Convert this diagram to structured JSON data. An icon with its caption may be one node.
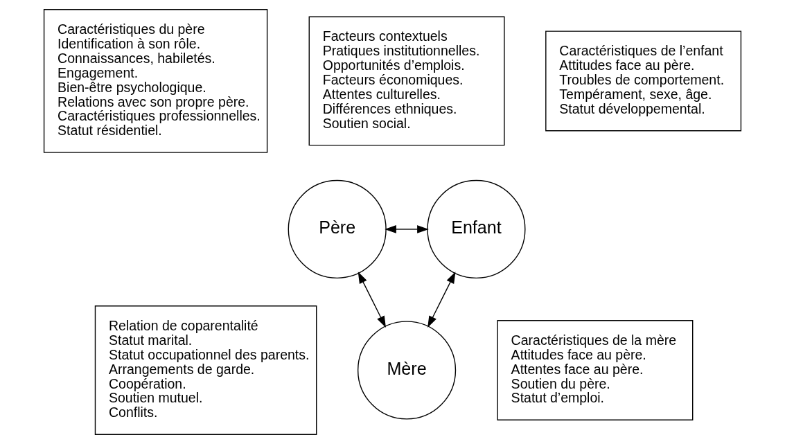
{
  "diagram": {
    "nodes": [
      {
        "text": [
          "Caractéristiques du père",
          "Identification à son rôle.",
          "Connaissances, habiletés.",
          "Engagement.",
          "Bien-être psychologique.",
          "Relations avec son propre père.",
          "Caractéristiques professionnelles.",
          "Statut résidentiel."
        ]
      },
      {
        "text": [
          "Facteurs contextuels",
          "Pratiques institutionnelles.",
          "Opportunités d’emplois.",
          "Facteurs économiques.",
          "Attentes culturelles.",
          "Différences ethniques.",
          "Soutien social."
        ]
      },
      {
        "text": [
          "Caractéristiques de l’enfant",
          "Attitudes face au père.",
          "Troubles de comportement.",
          "Tempérament, sexe, âge.",
          "Statut développemental."
        ]
      },
      {
        "text": [
          "Père"
        ]
      },
      {
        "text": [
          "Enfant"
        ]
      },
      {
        "text": [
          "Relation de coparentalité",
          "Statut marital.",
          "Statut occupationnel des parents.",
          "Arrangements de garde.",
          "Coopération.",
          "Soutien mutuel.",
          "Conflits."
        ]
      },
      {
        "text": [
          "Mère"
        ]
      },
      {
        "text": [
          "Caractéristiques de la mère",
          "Attitudes face au père.",
          "Attentes face au père.",
          "Soutien du père.",
          "Statut d’emploi."
        ]
      }
    ],
    "edges": [
      {
        "from": 3,
        "to": 4,
        "arrow": "both"
      },
      {
        "from": 3,
        "to": 6,
        "arrow": "both"
      },
      {
        "from": 4,
        "to": 6,
        "arrow": "both"
      }
    ]
  }
}
